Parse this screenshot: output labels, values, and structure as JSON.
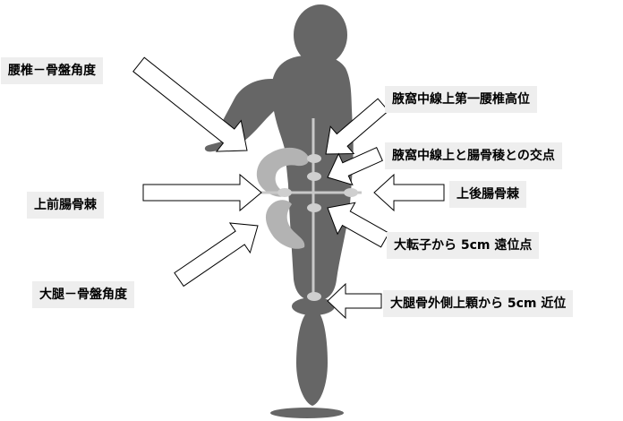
{
  "labels": {
    "lumbar_pelvic_angle": "腰椎－骨盤角度",
    "midaxillary_l1": "腋窩中線上第一腰椎高位",
    "midaxillary_iliac_crest": "腋窩中線上と腸骨稜との交点",
    "asis": "上前腸骨棘",
    "psis": "上後腸骨棘",
    "greater_trochanter_5cm": "大転子から 5cm 遠位点",
    "thigh_pelvic_angle": "大腿－骨盤角度",
    "lateral_epicondyle_5cm": "大腿骨外側上顆から 5cm 近位"
  },
  "colors": {
    "body": "#666666",
    "pelvis": "#b3b3b3",
    "landmark": "#cfcfcf",
    "guide_line": "#c8c8c8",
    "arrow_fill": "#ffffff",
    "label_bg": "#eeeeee"
  }
}
